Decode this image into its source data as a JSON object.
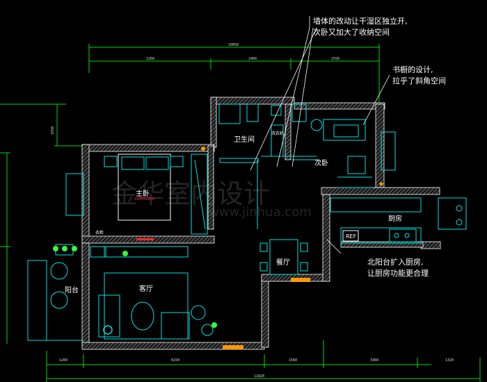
{
  "colors": {
    "background": "#000000",
    "wall": "#ffffff",
    "hatch": "#888888",
    "cyan": "#00e5e5",
    "dimension": "#00dd00",
    "leader": "#ffffff",
    "accent_green": "#33ff33",
    "accent_red": "#ff2a2a",
    "accent_orange": "#ff9900"
  },
  "annotations": {
    "wall_change_line1": "墙体的改动让干湿区独立开,",
    "wall_change_line2": "次卧又加大了收纳空间",
    "study_line1": "书橱的设计,",
    "study_line2": "拉乎了斜角空间",
    "balcony_line1": "北阳台扩入厨房,",
    "balcony_line2": "让厨房功能更合理"
  },
  "rooms": {
    "bathroom": "卫生间",
    "second_bedroom": "次卧",
    "master_bedroom": "主卧",
    "bed_size": "1800X2000",
    "kitchen": "厨房",
    "dining": "餐厅",
    "living_room": "客厅",
    "balcony": "阳台",
    "wardrobe": "衣柜",
    "laundry": "洗衣机",
    "fridge": "REF"
  },
  "dimensions": {
    "top_total": "10050",
    "top_a": "1260",
    "top_b": "2460",
    "top_c": "2550",
    "left_a": "1650",
    "bottom_a": "1260",
    "bottom_b": "6150",
    "bottom_c": "1560",
    "bottom_d": "3360",
    "bottom_e": "1320",
    "bottom_total": "11820"
  },
  "watermark": {
    "text": "金华室内设计",
    "url": "www.jinhua.com"
  }
}
